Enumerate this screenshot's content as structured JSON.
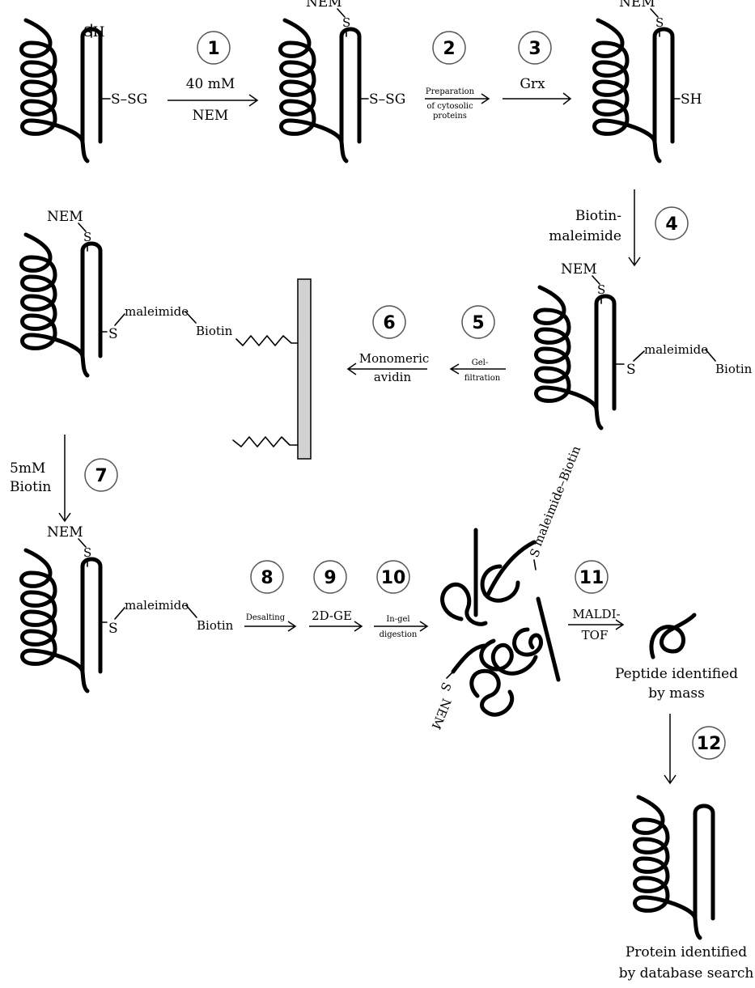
{
  "steps": {
    "s1": {
      "num": "1",
      "top": "40 mM",
      "bottom": "NEM"
    },
    "s2": {
      "num": "2",
      "lines": [
        "Preparation",
        "of cytosolic",
        "proteins"
      ]
    },
    "s3": {
      "num": "3",
      "label": "Grx"
    },
    "s4": {
      "num": "4",
      "lines": [
        "Biotin-",
        "maleimide"
      ]
    },
    "s5": {
      "num": "5",
      "lines": [
        "Gel-",
        "filtration"
      ]
    },
    "s6": {
      "num": "6",
      "lines": [
        "Monomeric",
        "avidin"
      ]
    },
    "s7": {
      "num": "7",
      "lines": [
        "5mM",
        "Biotin"
      ]
    },
    "s8": {
      "num": "8",
      "label": "Desalting"
    },
    "s9": {
      "num": "9",
      "label": "2D-GE"
    },
    "s10": {
      "num": "10",
      "lines": [
        "In-gel",
        "digestion"
      ]
    },
    "s11": {
      "num": "11",
      "lines": [
        "MALDI-",
        "TOF"
      ]
    },
    "s12": {
      "num": "12"
    }
  },
  "chem": {
    "sh": "SH",
    "s": "S",
    "ssg": "S–SG",
    "nem": "NEM",
    "maleimide": "maleimide",
    "biotin": "Biotin",
    "maleimide_biotin": "maleimide–Biotin"
  },
  "captions": {
    "peptide": [
      "Peptide identified",
      "by mass"
    ],
    "protein": [
      "Protein identified",
      "by database search"
    ]
  }
}
